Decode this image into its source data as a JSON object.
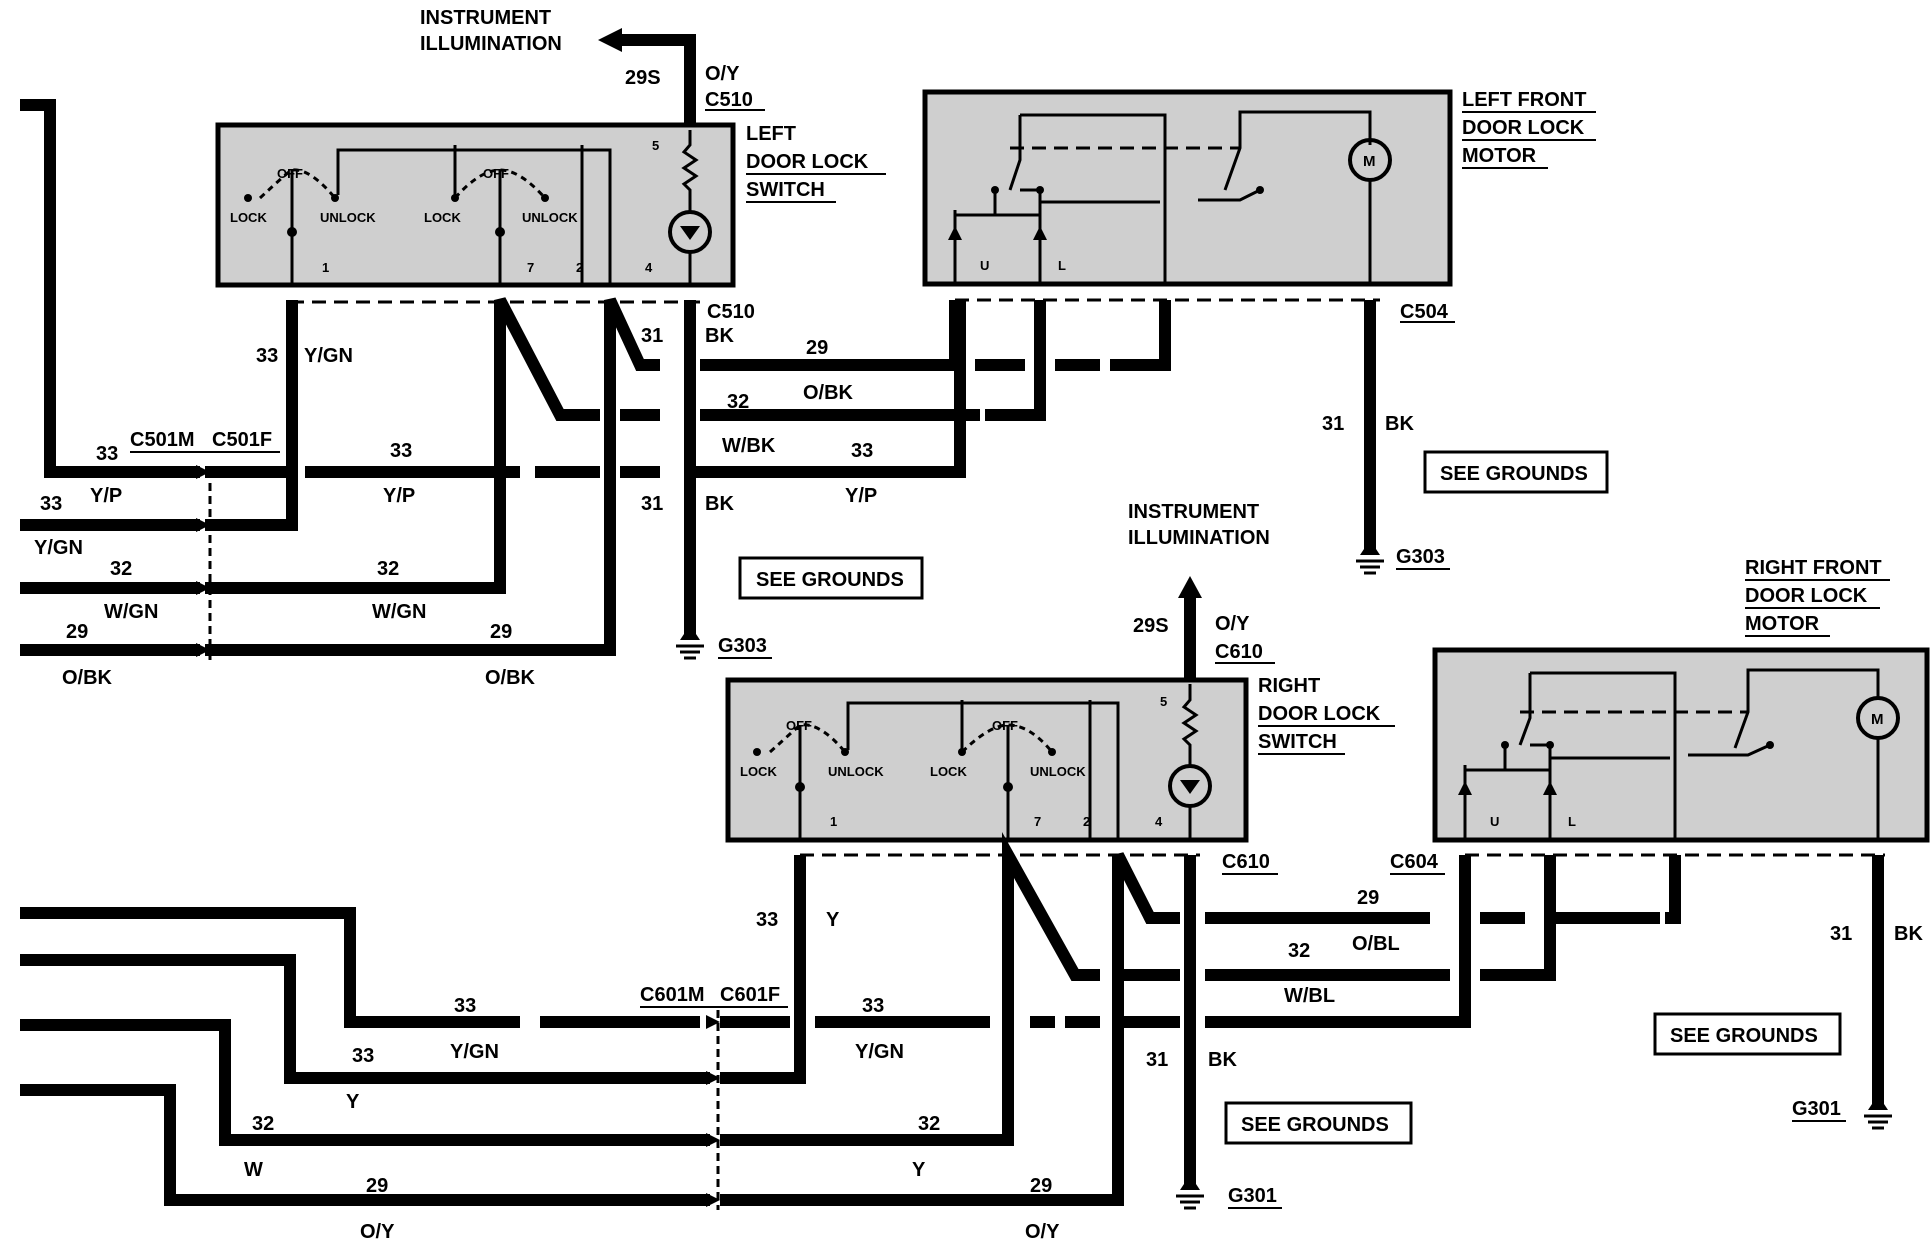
{
  "top": {
    "instrument_illumination": [
      "INSTRUMENT",
      "ILLUMINATION"
    ],
    "circuit_29s": "29S",
    "color_oy": "O/Y",
    "connector_c510": "C510"
  },
  "left_switch": {
    "title": [
      "LEFT",
      "DOOR LOCK",
      "SWITCH"
    ],
    "off_a": "OFF",
    "lock_a": "LOCK",
    "unlock_a": "UNLOCK",
    "off_b": "OFF",
    "lock_b": "LOCK",
    "unlock_b": "UNLOCK",
    "pins": [
      "1",
      "7",
      "2",
      "4",
      "5"
    ],
    "bottom_connector": "C510"
  },
  "left_motor": {
    "title": [
      "LEFT FRONT",
      "DOOR LOCK",
      "MOTOR"
    ],
    "u": "U",
    "l": "L",
    "m": "M",
    "connector": "C504"
  },
  "left_wires": {
    "w33_ygn": [
      "33",
      "Y/GN"
    ],
    "w31_bk_top": [
      "31",
      "BK"
    ],
    "w29_obk": [
      "29",
      "O/BK"
    ],
    "w32_wbk": [
      "32",
      "W/BK"
    ],
    "w33_yp_right": [
      "33",
      "Y/P"
    ],
    "w31_bk_low": [
      "31",
      "BK"
    ],
    "c501m": "C501M",
    "c501f": "C501F",
    "w33_yp_left": [
      "33",
      "Y/P"
    ],
    "w33_yp_mid": [
      "33",
      "Y/P"
    ],
    "in_33_ygn": [
      "33",
      "Y/GN"
    ],
    "in_32_wgn": [
      "32",
      "W/GN"
    ],
    "mid_32_wgn": [
      "32",
      "W/GN"
    ],
    "in_29_obk": [
      "29",
      "O/BK"
    ],
    "mid_29_obk": [
      "29",
      "O/BK"
    ],
    "see_grounds": "SEE GROUNDS",
    "g303": "G303",
    "motor_31_bk": [
      "31",
      "BK"
    ],
    "motor_see_grounds": "SEE GROUNDS",
    "motor_g303": "G303"
  },
  "right_top": {
    "instrument_illumination": [
      "INSTRUMENT",
      "ILLUMINATION"
    ],
    "circuit_29s": "29S",
    "color_oy": "O/Y",
    "connector_c610": "C610"
  },
  "right_switch": {
    "title": [
      "RIGHT",
      "DOOR LOCK",
      "SWITCH"
    ],
    "off_a": "OFF",
    "lock_a": "LOCK",
    "unlock_a": "UNLOCK",
    "off_b": "OFF",
    "lock_b": "LOCK",
    "unlock_b": "UNLOCK",
    "pins": [
      "1",
      "7",
      "2",
      "4",
      "5"
    ],
    "bottom_connector": "C610"
  },
  "right_motor": {
    "title": [
      "RIGHT FRONT",
      "DOOR LOCK",
      "MOTOR"
    ],
    "u": "U",
    "l": "L",
    "m": "M",
    "connector": "C604"
  },
  "right_wires": {
    "w33_y": [
      "33",
      "Y"
    ],
    "w29_obl": [
      "29",
      "O/BL"
    ],
    "w32_wbl": [
      "32",
      "W/BL"
    ],
    "c601m": "C601M",
    "c601f": "C601F",
    "w33_ygn_left": [
      "33",
      "Y/GN"
    ],
    "w33_ygn_mid": [
      "33",
      "Y/GN"
    ],
    "w33_y_left": [
      "33",
      "Y"
    ],
    "w32_w_left": [
      "32",
      "W"
    ],
    "w32_y_mid": [
      "32",
      "Y"
    ],
    "w29_oy_left": [
      "29",
      "O/Y"
    ],
    "w29_oy_mid": [
      "29",
      "O/Y"
    ],
    "w31_bk": [
      "31",
      "BK"
    ],
    "see_grounds": "SEE GROUNDS",
    "g301": "G301",
    "motor_31_bk": [
      "31",
      "BK"
    ],
    "motor_see_grounds": "SEE GROUNDS",
    "motor_g301": "G301"
  }
}
